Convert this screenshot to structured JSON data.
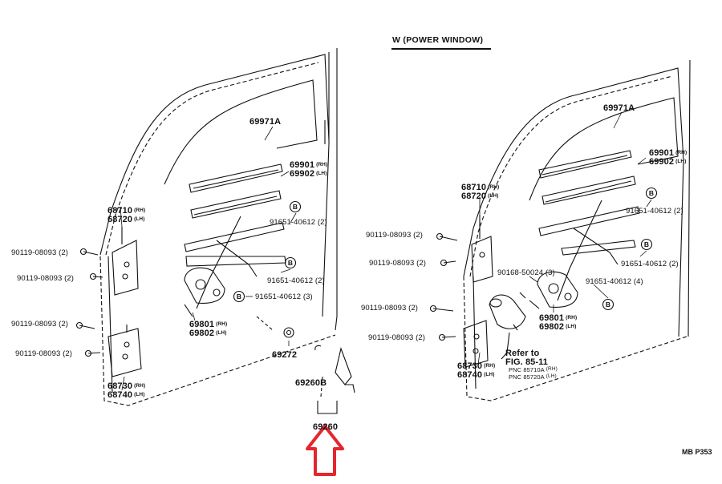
{
  "title": "W (POWER WINDOW)",
  "page_ref": "MB  P353",
  "highlight_color": "#e5262e",
  "left": {
    "glass": "69971A",
    "channel_rh": "69901",
    "channel_lh": "69902",
    "bolt_top": "91651-40612 (2)",
    "bolt_mid": "91651-40612 (2)",
    "bolt_low": "91651-40612 (3)",
    "regulator_rh": "69801",
    "regulator_lh": "69802",
    "lock_upper_rh": "68710",
    "lock_upper_lh": "68720",
    "lock_lower_rh": "68730",
    "lock_lower_lh": "68740",
    "screw_1": "90119-08093 (2)",
    "screw_2": "90119-08093 (2)",
    "screw_3": "90119-08093 (2)",
    "screw_4": "90119-08093 (2)",
    "washer": "69272",
    "handle": "69260B",
    "handle_arrow": "69260"
  },
  "right": {
    "glass": "69971A",
    "channel_rh": "69901",
    "channel_lh": "69902",
    "bolt_top": "91651-40612 (2)",
    "bolt_mid": "91651-40612 (2)",
    "bolt_low": "91651-40612 (4)",
    "motor_bolt": "90168-50024 (3)",
    "regulator_rh": "69801",
    "regulator_lh": "69802",
    "lock_upper_rh": "68710",
    "lock_upper_lh": "68720",
    "lock_lower_rh": "68730",
    "lock_lower_lh": "68740",
    "screw_1": "90119-08093 (2)",
    "screw_2": "90119-08093 (2)",
    "screw_3": "90119-08093 (2)",
    "screw_4": "90119-08093 (2)",
    "refer": "Refer to",
    "fig": "FIG. 85-11",
    "pnc_rh": "PNC 85710A",
    "pnc_lh": "PNC 85720A"
  },
  "suffix_rh": "(RH)",
  "suffix_lh": "(LH)",
  "callout_letter": "B"
}
